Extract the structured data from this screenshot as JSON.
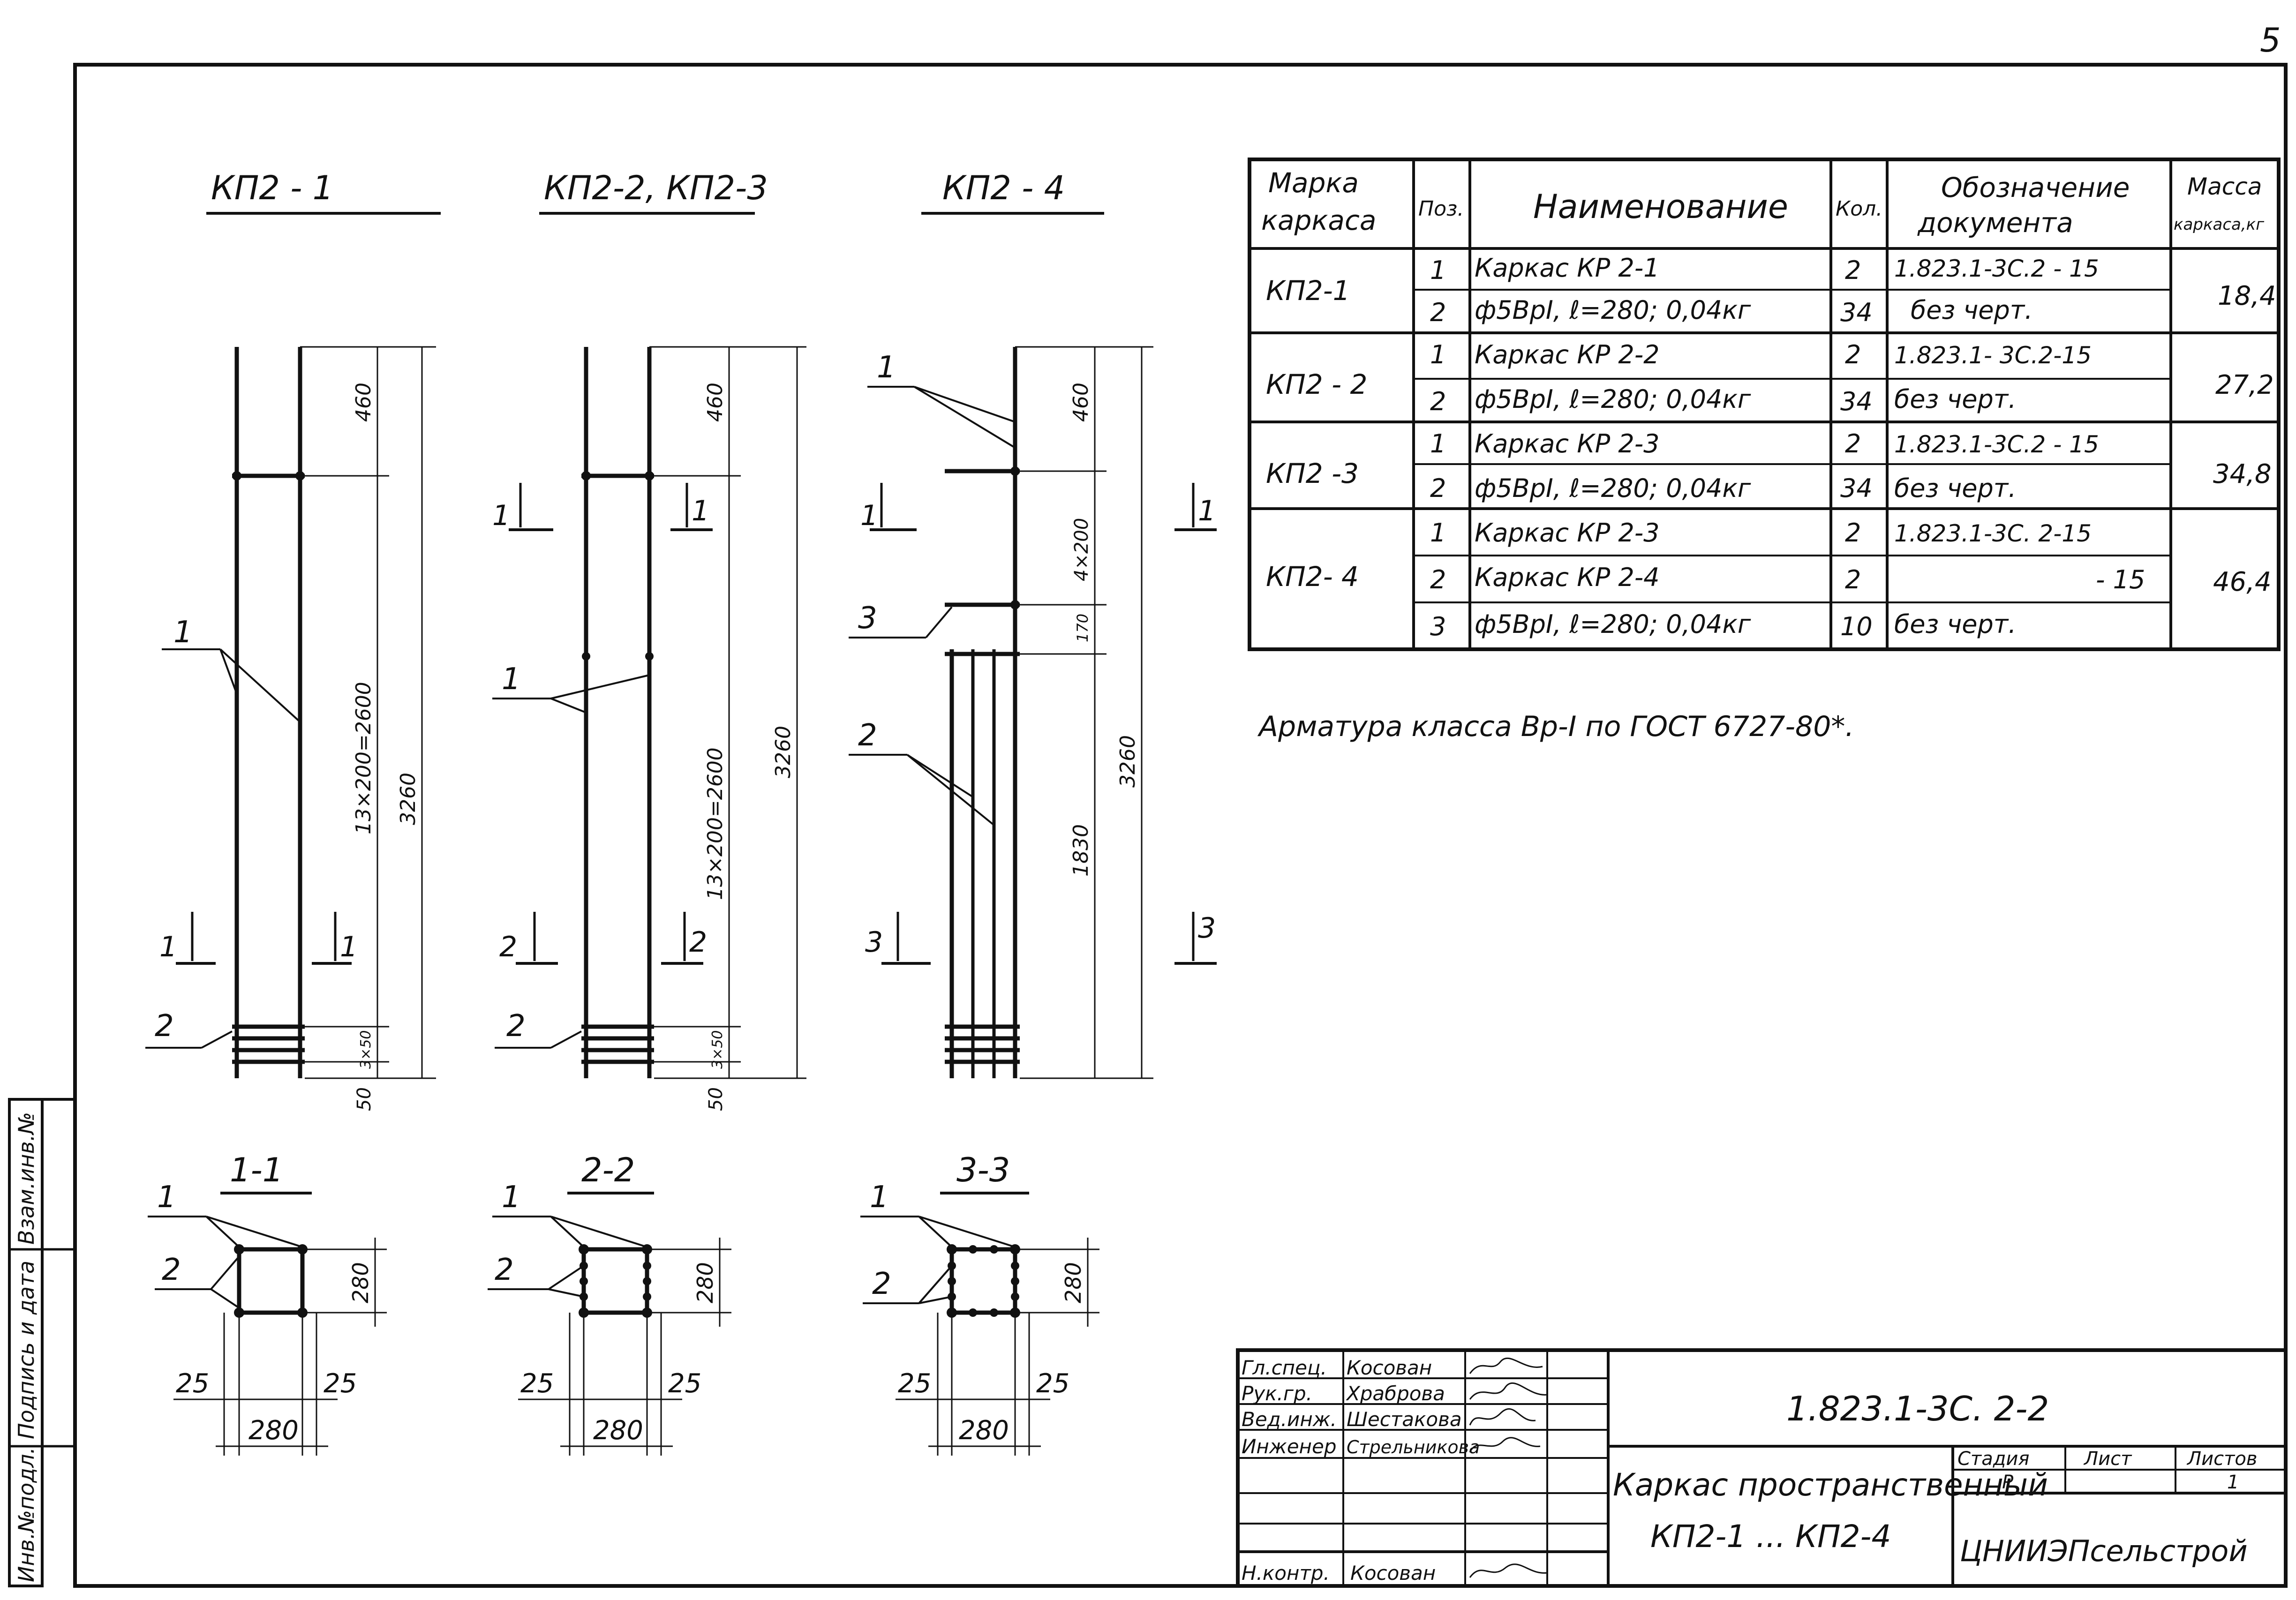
{
  "page_number": "5",
  "elevations": {
    "kp21": {
      "title": "КП2 - 1",
      "dim_top": "460",
      "dim_mid": "13×200=2600",
      "dim_total": "3260",
      "dim_stirrups": "3×50",
      "dim_bottom": "50",
      "section_left": "1",
      "section_right": "1",
      "pos_1": "1",
      "pos_2": "2"
    },
    "kp22": {
      "title": "КП2-2, КП2-3",
      "dim_top": "460",
      "dim_mid": "13×200=2600",
      "dim_total": "3260",
      "dim_stirrups": "3×50",
      "dim_bottom": "50",
      "section_upper_left": "1",
      "section_upper_right": "1",
      "section_left": "2",
      "section_right": "2",
      "pos_1": "1",
      "pos_2": "2"
    },
    "kp24": {
      "title": "КП2 - 4",
      "dim_top": "460",
      "dim_mid": "4×200",
      "dim_170": "170",
      "dim_1830": "1830",
      "dim_total": "3260",
      "section_upper_left": "1",
      "section_upper_right": "1",
      "section_left": "3",
      "section_right": "3",
      "pos_1": "1",
      "pos_2": "2",
      "pos_3": "3"
    }
  },
  "sections": [
    {
      "title": "1-1",
      "height": "280",
      "width": "280",
      "cover_left": "25",
      "cover_right": "25",
      "pos_1": "1",
      "pos_2": "2"
    },
    {
      "title": "2-2",
      "height": "280",
      "width": "280",
      "cover_left": "25",
      "cover_right": "25",
      "pos_1": "1",
      "pos_2": "2"
    },
    {
      "title": "3-3",
      "height": "280",
      "width": "280",
      "cover_left": "25",
      "cover_right": "25",
      "pos_1": "1",
      "pos_2": "2"
    }
  ],
  "spec_table": {
    "headers": {
      "mark_1": "Марка",
      "mark_2": "каркаса",
      "pos": "Поз.",
      "name": "Наименование",
      "qty": "Кол.",
      "doc_1": "Обозначение",
      "doc_2": "документа",
      "mass_1": "Масса",
      "mass_2": "каркаса,кг"
    },
    "groups": [
      {
        "mark": "КП2-1",
        "mass": "18,4",
        "rows": [
          {
            "pos": "1",
            "name": "Каркас КР 2-1",
            "qty": "2",
            "doc": "1.823.1-3С.2 - 15"
          },
          {
            "pos": "2",
            "name": "ф5ВрI, ℓ=280; 0,04кг",
            "qty": "34",
            "doc": "без черт."
          }
        ]
      },
      {
        "mark": "КП2 - 2",
        "mass": "27,2",
        "rows": [
          {
            "pos": "1",
            "name": "Каркас КР 2-2",
            "qty": "2",
            "doc": "1.823.1- 3С.2-15"
          },
          {
            "pos": "2",
            "name": "ф5ВрI, ℓ=280; 0,04кг",
            "qty": "34",
            "doc": "без черт."
          }
        ]
      },
      {
        "mark": "КП2 -3",
        "mass": "34,8",
        "rows": [
          {
            "pos": "1",
            "name": "Каркас КР 2-3",
            "qty": "2",
            "doc": "1.823.1-3С.2 - 15"
          },
          {
            "pos": "2",
            "name": "ф5ВрI, ℓ=280; 0,04кг",
            "qty": "34",
            "doc": "без черт."
          }
        ]
      },
      {
        "mark": "КП2- 4",
        "mass": "46,4",
        "rows": [
          {
            "pos": "1",
            "name": "Каркас КР 2-3",
            "qty": "2",
            "doc": "1.823.1-3С. 2-15"
          },
          {
            "pos": "2",
            "name": "Каркас КР 2-4",
            "qty": "2",
            "doc": "- 15"
          },
          {
            "pos": "3",
            "name": "ф5ВрI, ℓ=280; 0,04кг",
            "qty": "10",
            "doc": "без черт."
          }
        ]
      }
    ]
  },
  "note": "Арматура класса Вр-I  по ГОСТ 6727-80*.",
  "title_block": {
    "people": [
      {
        "role": "Гл.спец.",
        "name": "Косован"
      },
      {
        "role": "Рук.гр.",
        "name": "Храброва"
      },
      {
        "role": "Вед.инж.",
        "name": "Шестакова"
      },
      {
        "role": "Инженер",
        "name": "Стрельникова"
      },
      {
        "role": "",
        "name": ""
      },
      {
        "role": "",
        "name": ""
      },
      {
        "role": "Н.контр.",
        "name": "Косован"
      }
    ],
    "doc_code": "1.823.1-3С. 2-2",
    "title_line1": "Каркас пространственный",
    "title_line2": "КП2-1 ... КП2-4",
    "stage_label": "Стадия",
    "sheet_label": "Лист",
    "sheets_label": "Листов",
    "stage": "Р",
    "sheets": "1",
    "org": "ЦНИИЭПсельстрой"
  },
  "left_strip": {
    "inv_orig": "Инв.№подл.",
    "sign_date": "Подпись и дата",
    "inv_repl": "Взам.инв.№"
  }
}
